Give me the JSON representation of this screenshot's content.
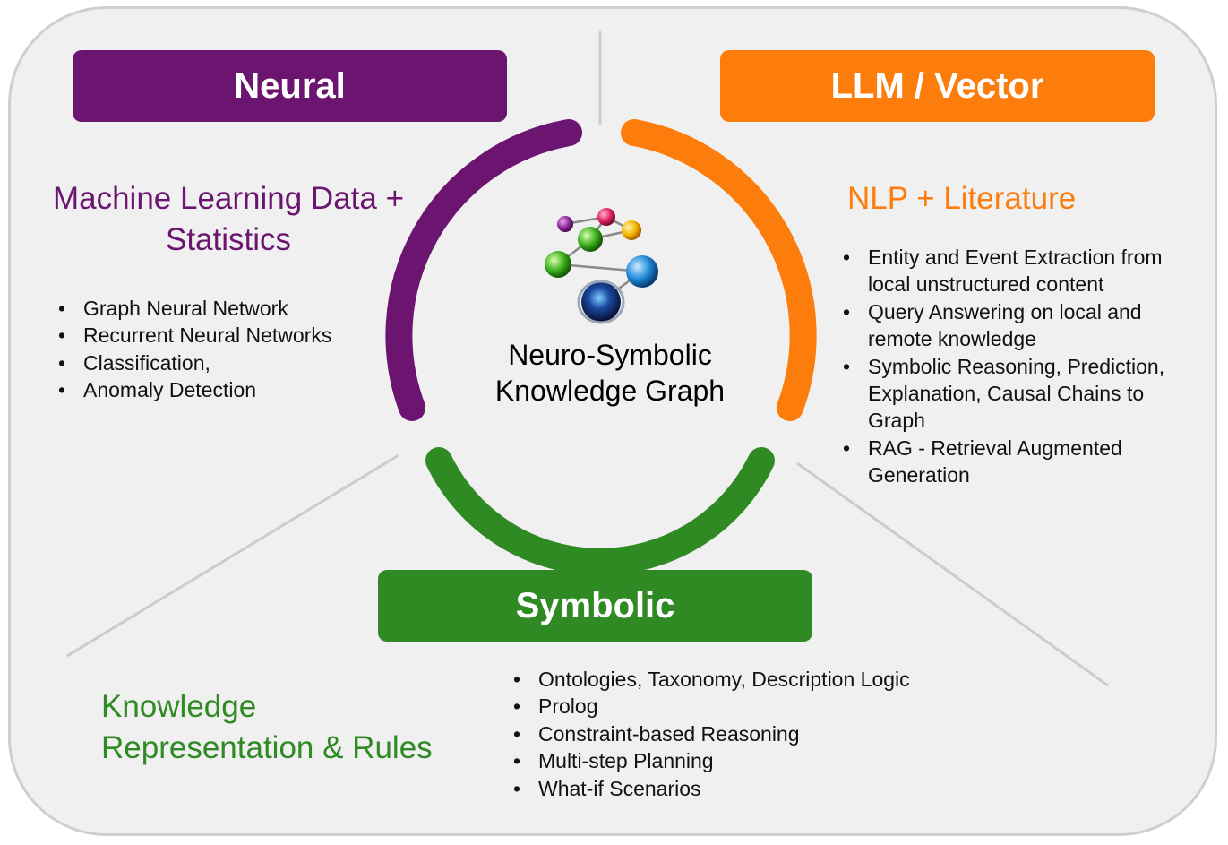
{
  "center": {
    "title_line1": "Neuro-Symbolic",
    "title_line2": "Knowledge Graph",
    "icon": "molecule-graph-icon"
  },
  "neural": {
    "header": "Neural",
    "subtitle": "Machine Learning Data + Statistics",
    "items": [
      "Graph Neural Network",
      "Recurrent Neural Networks",
      "Classification,",
      "Anomaly Detection"
    ]
  },
  "llm": {
    "header": "LLM / Vector",
    "subtitle": "NLP + Literature",
    "items": [
      "Entity and Event Extraction from local unstructured content",
      "Query Answering  on local and remote knowledge",
      "Symbolic Reasoning, Prediction, Explanation, Causal Chains to Graph",
      "RAG - Retrieval Augmented Generation"
    ]
  },
  "symbolic": {
    "header": "Symbolic",
    "subtitle": "Knowledge Representation & Rules",
    "items": [
      "Ontologies, Taxonomy, Description Logic",
      "Prolog",
      "Constraint-based Reasoning",
      "Multi-step Planning",
      "What-if Scenarios"
    ]
  },
  "colors": {
    "neural": "#6b1470",
    "llm": "#fc7c0c",
    "symbolic": "#2f8a24",
    "panel": "#f0f0f0",
    "divider": "#cccccc"
  }
}
